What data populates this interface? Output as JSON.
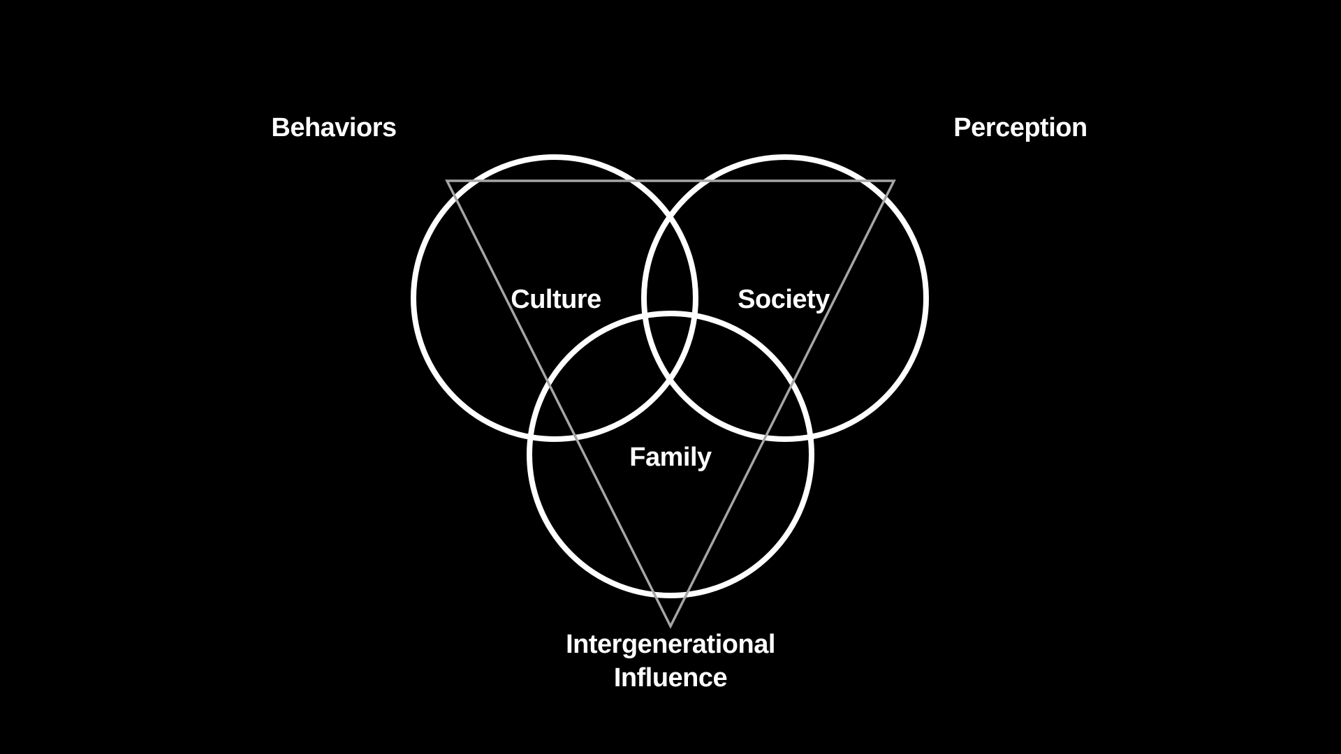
{
  "colors": {
    "background": "#000000",
    "circle_stroke": "#ffffff",
    "triangle_stroke": "#a6a6a6",
    "text": "#ffffff"
  },
  "circles": [
    {
      "id": "culture",
      "label": "Culture"
    },
    {
      "id": "society",
      "label": "Society"
    },
    {
      "id": "family",
      "label": "Family"
    }
  ],
  "triangle_vertices": [
    {
      "id": "top-left",
      "label": "Behaviors"
    },
    {
      "id": "top-right",
      "label": "Perception"
    },
    {
      "id": "bottom",
      "label_line1": "Intergenerational",
      "label_line2": "Influence"
    }
  ]
}
